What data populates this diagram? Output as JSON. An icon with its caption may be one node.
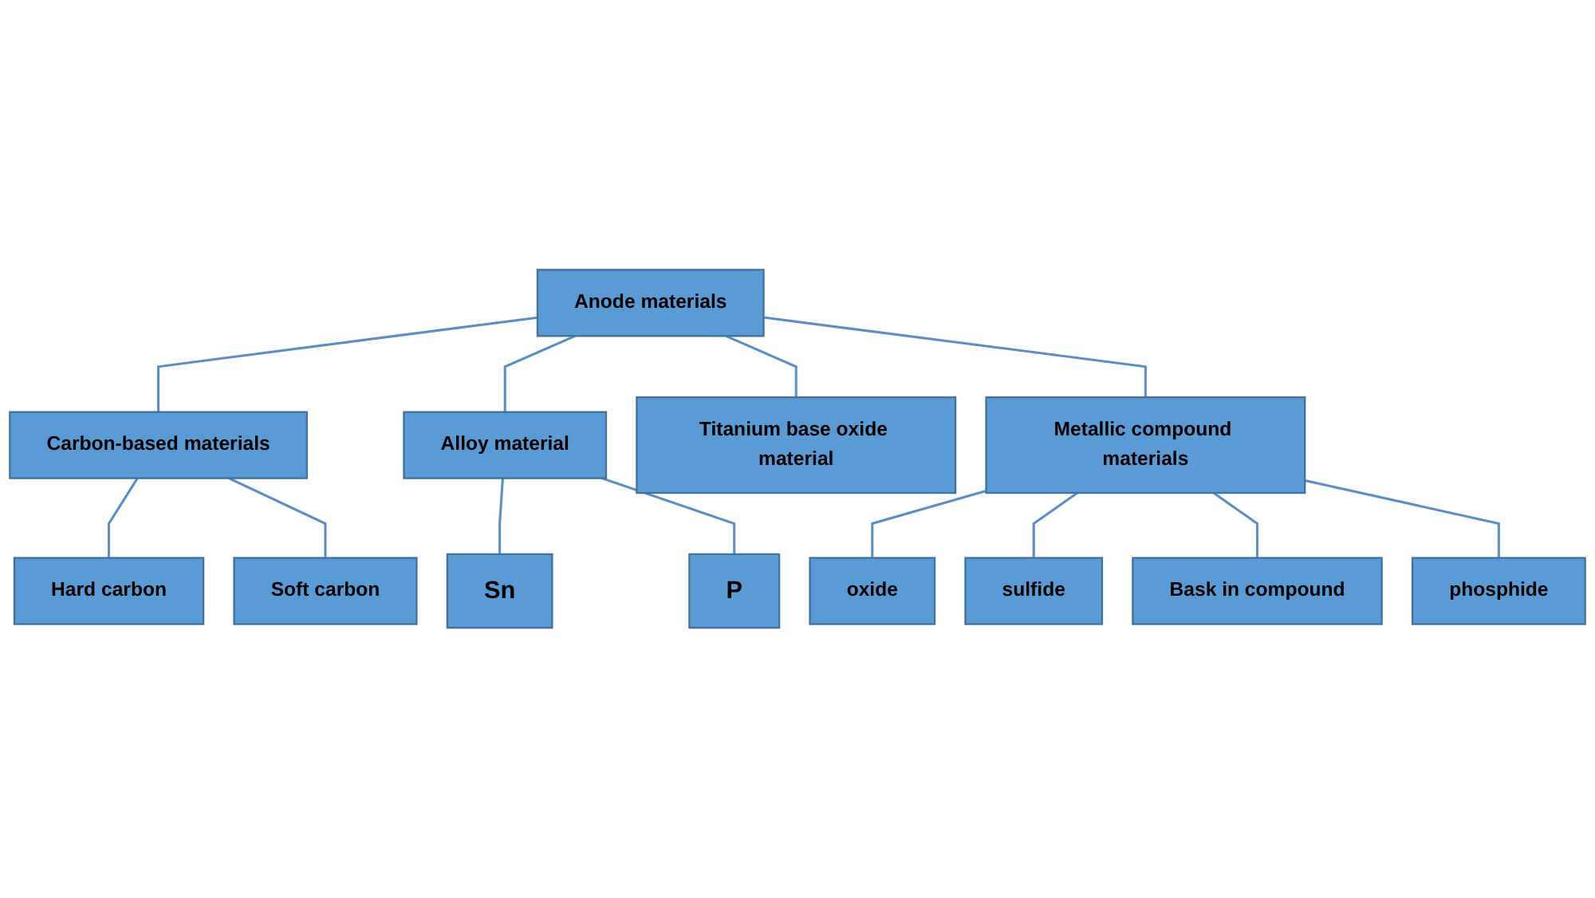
{
  "diagram": {
    "nodes": [
      {
        "text": [
          "Anode materials"
        ]
      },
      {
        "text": [
          "Carbon-based materials"
        ]
      },
      {
        "text": [
          "Alloy material"
        ]
      },
      {
        "text": [
          "Titanium base oxide material"
        ]
      },
      {
        "text": [
          "Metallic compound materials"
        ]
      },
      {
        "text": [
          "Hard carbon"
        ]
      },
      {
        "text": [
          "Soft carbon"
        ]
      },
      {
        "text": [
          "Sn"
        ]
      },
      {
        "text": [
          "P"
        ]
      },
      {
        "text": [
          "oxide"
        ]
      },
      {
        "text": [
          "sulfide"
        ]
      },
      {
        "text": [
          "Bask in compound"
        ]
      },
      {
        "text": [
          "phosphide"
        ]
      }
    ],
    "edges": [
      {
        "from": 0,
        "to": 1,
        "arrow": "none"
      },
      {
        "from": 0,
        "to": 2,
        "arrow": "none"
      },
      {
        "from": 0,
        "to": 3,
        "arrow": "none"
      },
      {
        "from": 0,
        "to": 4,
        "arrow": "none"
      },
      {
        "from": 1,
        "to": 5,
        "arrow": "none"
      },
      {
        "from": 1,
        "to": 6,
        "arrow": "none"
      },
      {
        "from": 2,
        "to": 7,
        "arrow": "none"
      },
      {
        "from": 2,
        "to": 8,
        "arrow": "none"
      },
      {
        "from": 4,
        "to": 9,
        "arrow": "none"
      },
      {
        "from": 4,
        "to": 10,
        "arrow": "none"
      },
      {
        "from": 4,
        "to": 11,
        "arrow": "none"
      },
      {
        "from": 4,
        "to": 12,
        "arrow": "none"
      }
    ]
  }
}
